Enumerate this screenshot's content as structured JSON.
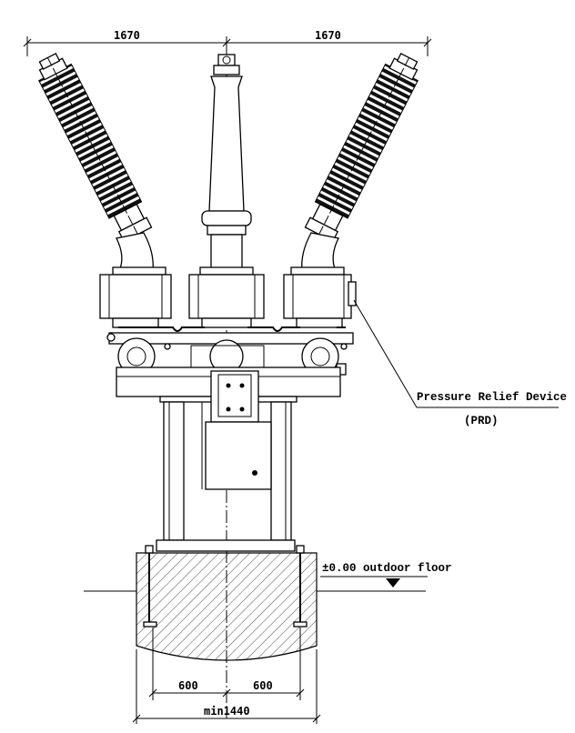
{
  "dimensions": {
    "top_left": "1670",
    "top_right": "1670",
    "bottom_left": "600",
    "bottom_right": "600",
    "bottom_total": "min1440"
  },
  "labels": {
    "prd_name": "Pressure Relief Device",
    "prd_abbrev": "(PRD)",
    "floor": "±0.00 outdoor floor"
  }
}
